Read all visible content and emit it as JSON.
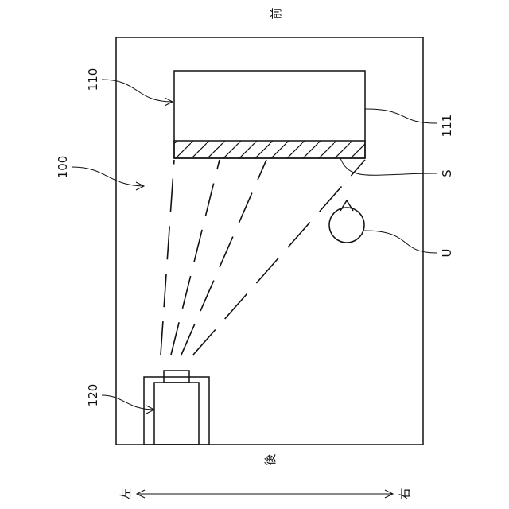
{
  "labels": {
    "front": "前",
    "rear": "後",
    "left": "左",
    "right": "右",
    "room": "100",
    "screen_unit": "110",
    "screen_surface": "111",
    "projector": "120",
    "screen": "S",
    "user": "U"
  },
  "colors": {
    "line": "#111111",
    "background": "#ffffff"
  }
}
